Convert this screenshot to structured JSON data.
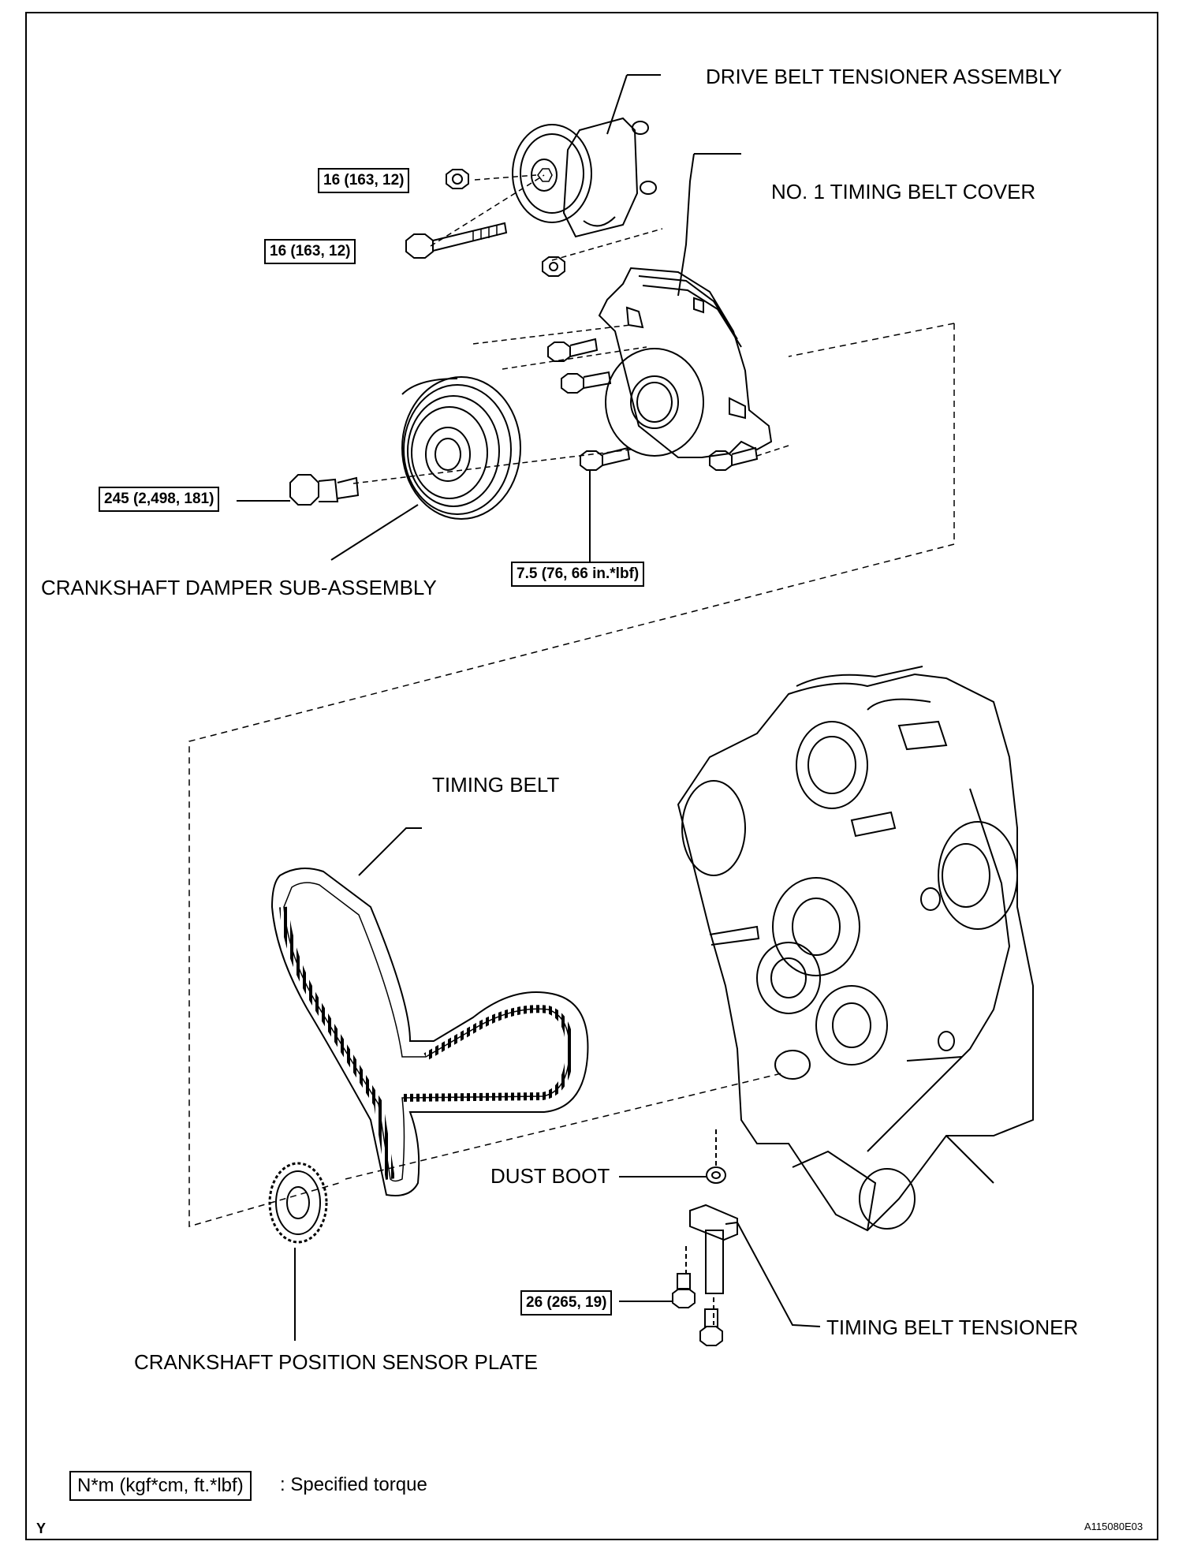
{
  "labels": {
    "drive_belt_tensioner": "DRIVE BELT TENSIONER ASSEMBLY",
    "timing_cover": "NO. 1 TIMING BELT COVER",
    "crankshaft_damper": "CRANKSHAFT DAMPER SUB-ASSEMBLY",
    "timing_belt": "TIMING BELT",
    "dust_boot": "DUST BOOT",
    "timing_belt_tensioner": "TIMING BELT TENSIONER",
    "crank_sensor_plate": "CRANKSHAFT POSITION SENSOR PLATE"
  },
  "torques": {
    "nut_upper": "16 (163, 12)",
    "bolt_upper": "16 (163, 12)",
    "damper_bolt": "245 (2,498, 181)",
    "cover_bolts": "7.5 (76, 66 in.*lbf)",
    "tensioner_bolts": "26 (265, 19)"
  },
  "legend": {
    "box": "N*m (kgf*cm, ft.*lbf)",
    "text": ": Specified torque"
  },
  "corner_mark": "Y",
  "figure_code": "A115080E03"
}
